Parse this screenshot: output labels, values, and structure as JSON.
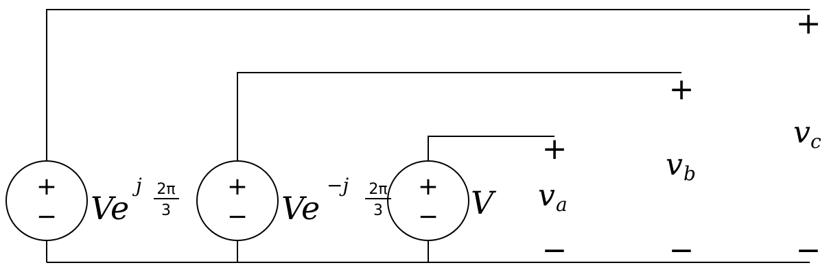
{
  "sources": [
    {
      "label_base": "Ve",
      "label_exp": "j",
      "frac_num": "2π",
      "frac_den": "3",
      "plus": "+",
      "minus": "−"
    },
    {
      "label_base": "Ve",
      "label_exp": "−j",
      "frac_num": "2π",
      "frac_den": "3",
      "plus": "+",
      "minus": "−"
    },
    {
      "label_base": "V",
      "plus": "+",
      "minus": "−"
    }
  ],
  "outputs": [
    {
      "label": "v",
      "sub": "a",
      "plus": "+",
      "minus": "−"
    },
    {
      "label": "v",
      "sub": "b",
      "plus": "+",
      "minus": "−"
    },
    {
      "label": "v",
      "sub": "c",
      "plus": "+",
      "minus": "−"
    }
  ]
}
